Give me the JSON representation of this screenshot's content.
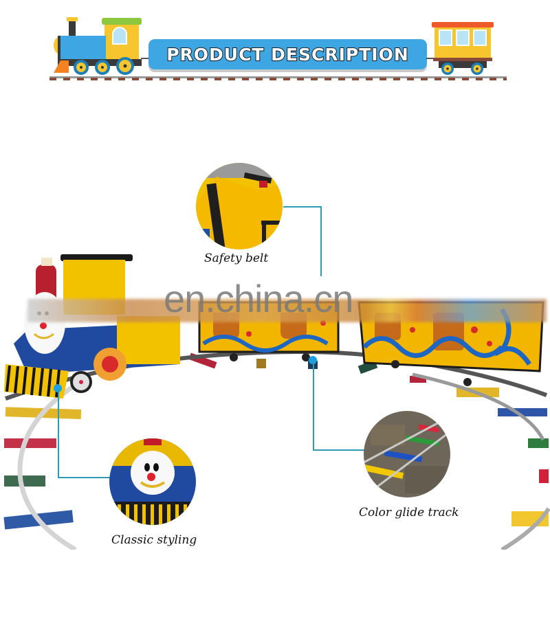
{
  "banner": {
    "title": "PRODUCT DESCRIPTION",
    "colors": {
      "pill": "#3ea6e3",
      "locomotive_body": "#3ea6e3",
      "locomotive_cab": "#f7c62f",
      "locomotive_roof": "#8dc63f",
      "locomotive_cowcatcher": "#f58220",
      "carriage_body": "#f7c62f",
      "carriage_roof": "#ef5a2a",
      "rail_ties": "#8a4a3a"
    }
  },
  "photo": {
    "subject": "electric kiddie train on colored glide track",
    "watermark": "en.china.cn"
  },
  "callouts": [
    {
      "id": "safety-belt",
      "label": "Safety belt"
    },
    {
      "id": "classic-styling",
      "label": "Classic styling"
    },
    {
      "id": "color-glide-track",
      "label": "Color glide track"
    }
  ],
  "accent": {
    "connector_line": "#2f9bb3",
    "connector_dot": "#1aa0e8"
  }
}
